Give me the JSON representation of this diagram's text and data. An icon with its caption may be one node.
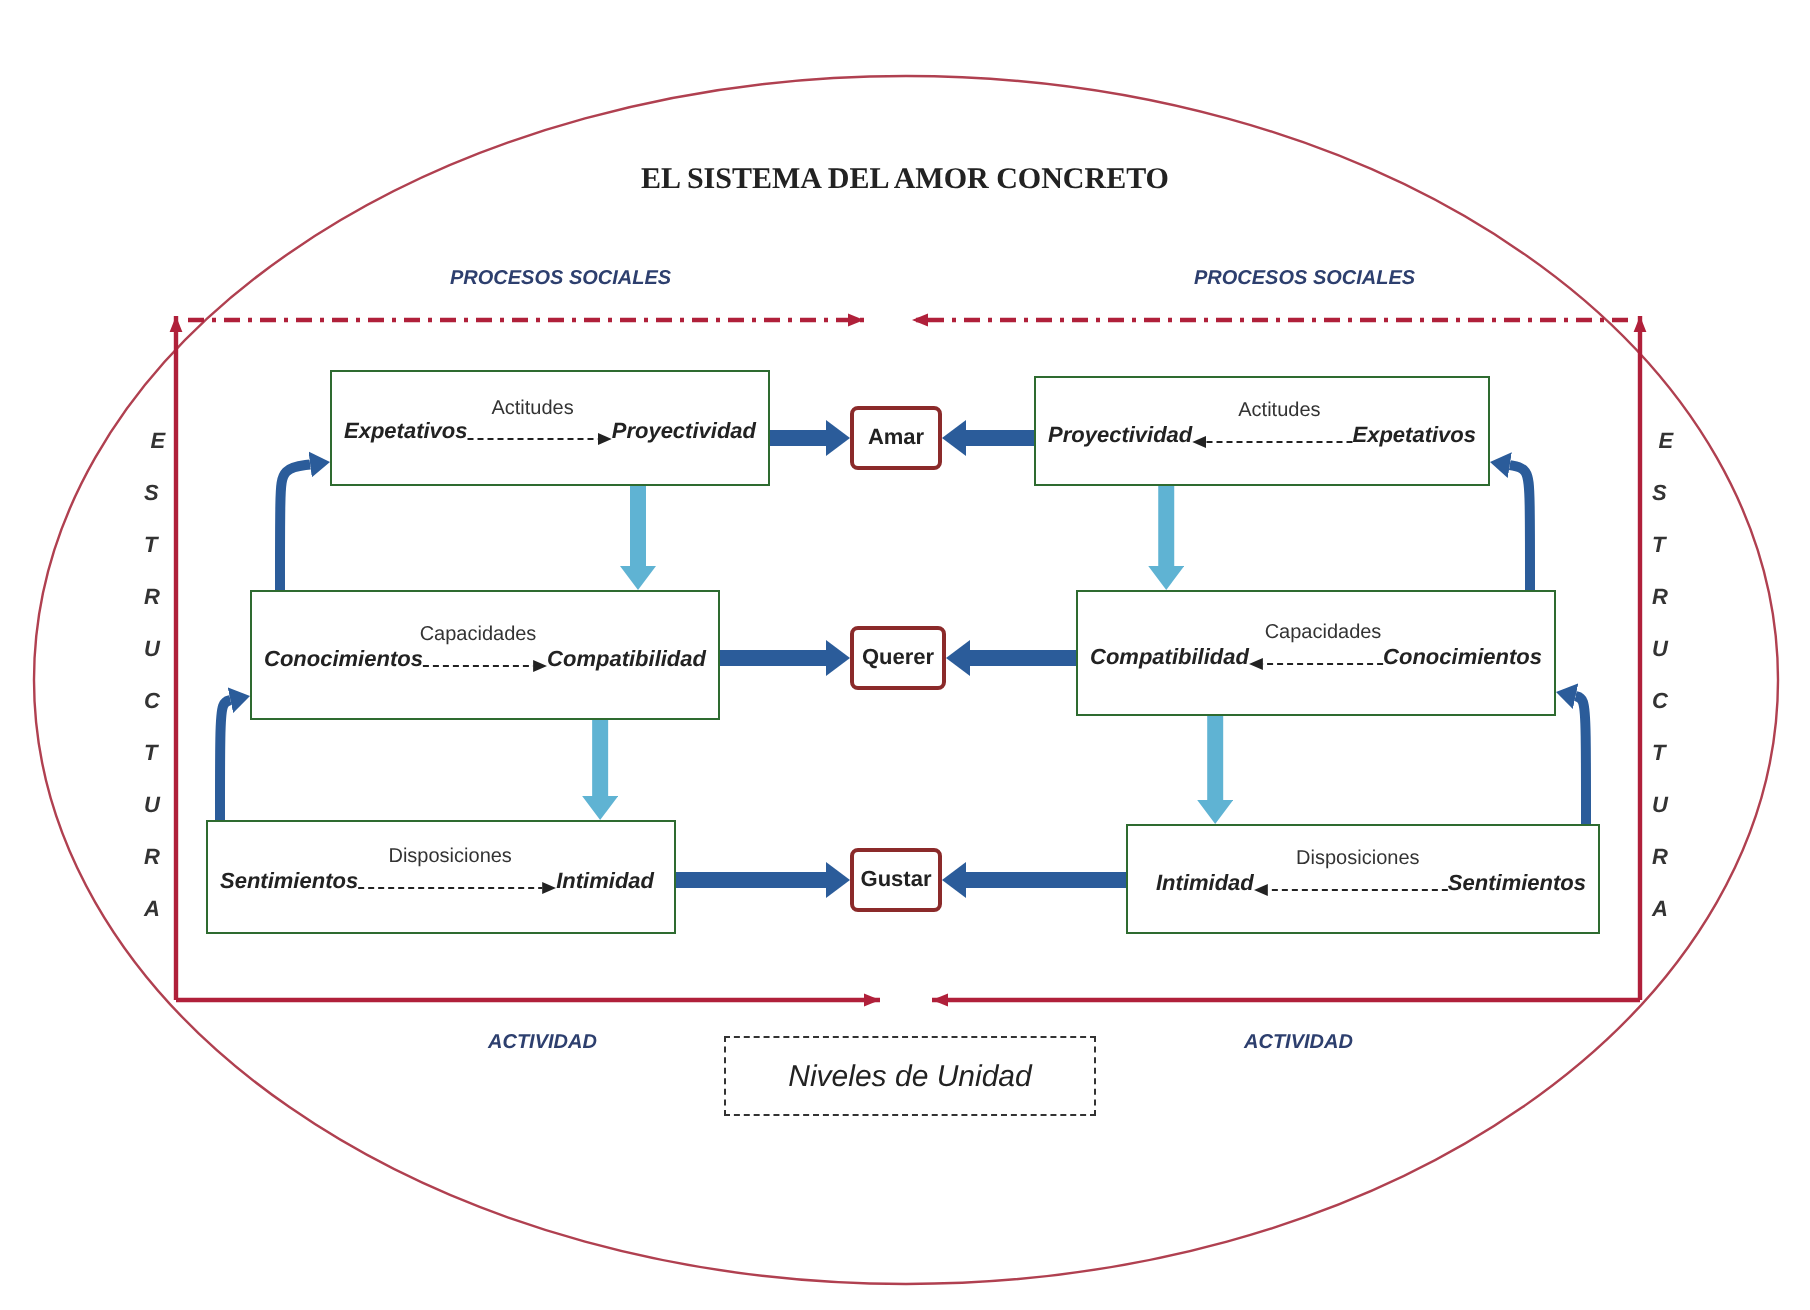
{
  "diagram": {
    "title": "EL SISTEMA DEL AMOR CONCRETO",
    "nodes": [
      {
        "text": [],
        "shape": "box"
      },
      {
        "text": [
          "Expetativos"
        ],
        "in": 0
      },
      {
        "text": [
          "Proyectividad"
        ],
        "in": 0
      },
      {
        "text": [
          "Amar"
        ]
      },
      {
        "text": [],
        "shape": "box"
      },
      {
        "text": [
          "Proyectividad"
        ],
        "in": 4
      },
      {
        "text": [
          "Expetativos"
        ],
        "in": 4
      },
      {
        "text": [],
        "shape": "box"
      },
      {
        "text": [
          "Conocimientos"
        ],
        "in": 7
      },
      {
        "text": [
          "Compatibilidad"
        ],
        "in": 7
      },
      {
        "text": [
          "Querer"
        ]
      },
      {
        "text": [],
        "shape": "box"
      },
      {
        "text": [
          "Compatibilidad"
        ],
        "in": 11
      },
      {
        "text": [
          "Conocimientos"
        ],
        "in": 11
      },
      {
        "text": [],
        "shape": "box"
      },
      {
        "text": [
          "Sentimientos"
        ],
        "in": 14
      },
      {
        "text": [
          "Intimidad"
        ],
        "in": 14
      },
      {
        "text": [
          "Gustar"
        ]
      },
      {
        "text": [],
        "shape": "box"
      },
      {
        "text": [
          "Intimidad"
        ],
        "in": 18
      },
      {
        "text": [
          "Sentimientos"
        ],
        "in": 18
      },
      {
        "text": [
          "Niveles de Unidad"
        ]
      }
    ],
    "edges": [
      {
        "from": 1,
        "to": 2,
        "arrow": "to",
        "label": "Actitudes",
        "style": "dashed",
        "color": "#222222"
      },
      {
        "from": 6,
        "to": 5,
        "arrow": "to",
        "label": "Actitudes",
        "style": "dashed",
        "color": "#222222"
      },
      {
        "from": 0,
        "to": 3,
        "arrow": "to"
      },
      {
        "from": 4,
        "to": 3,
        "arrow": "to"
      },
      {
        "from": 0,
        "to": 7,
        "arrow": "to",
        "color": "#5fb3d3"
      },
      {
        "from": 4,
        "to": 11,
        "arrow": "to",
        "color": "#5fb3d3"
      },
      {
        "from": 7,
        "to": 0,
        "arrow": "to"
      },
      {
        "from": 11,
        "to": 4,
        "arrow": "to"
      },
      {
        "from": 8,
        "to": 9,
        "arrow": "to",
        "label": "Capacidades",
        "style": "dashed",
        "color": "#222222"
      },
      {
        "from": 13,
        "to": 12,
        "arrow": "to",
        "label": "Capacidades",
        "style": "dashed",
        "color": "#222222"
      },
      {
        "from": 7,
        "to": 10,
        "arrow": "to"
      },
      {
        "from": 11,
        "to": 10,
        "arrow": "to"
      },
      {
        "from": 7,
        "to": 14,
        "arrow": "to",
        "color": "#5fb3d3"
      },
      {
        "from": 11,
        "to": 18,
        "arrow": "to",
        "color": "#5fb3d3"
      },
      {
        "from": 14,
        "to": 7,
        "arrow": "to"
      },
      {
        "from": 18,
        "to": 11,
        "arrow": "to"
      },
      {
        "from": 15,
        "to": 16,
        "arrow": "to",
        "label": "Disposiciones",
        "style": "dashed",
        "color": "#222222"
      },
      {
        "from": 20,
        "to": 19,
        "arrow": "to",
        "label": "Disposiciones",
        "style": "dashed",
        "color": "#222222"
      },
      {
        "from": 14,
        "to": 17,
        "arrow": "to"
      },
      {
        "from": 18,
        "to": 17,
        "arrow": "to"
      }
    ],
    "labels": [
      "PROCESOS SOCIALES",
      "PROCESOS SOCIALES",
      "ESTRUCTURA",
      "ESTRUCTURA",
      "ACTIVIDAD",
      "ACTIVIDAD"
    ]
  }
}
